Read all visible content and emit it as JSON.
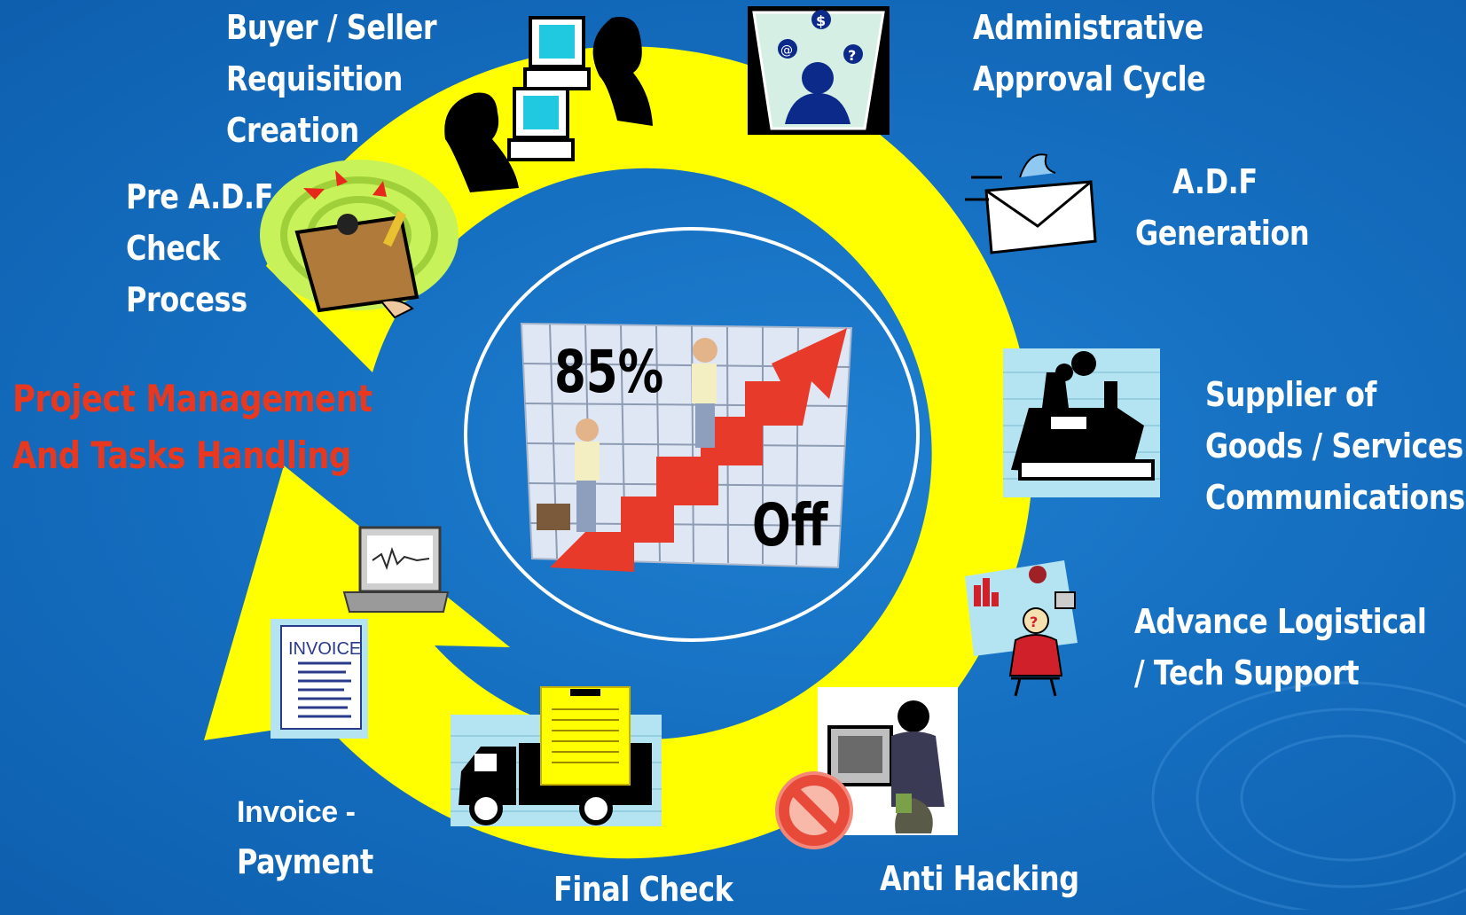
{
  "diagram": {
    "title_red": [
      "Project Management",
      "And Tasks Handling"
    ],
    "center": {
      "percent": "85%",
      "off": "Off"
    },
    "steps": [
      {
        "id": "buyer",
        "lines": [
          "Buyer / Seller",
          "Requisition",
          "Creation"
        ],
        "icon": "computer-users-icon"
      },
      {
        "id": "admin",
        "lines": [
          "Administrative",
          "Approval Cycle"
        ],
        "icon": "approver-icon"
      },
      {
        "id": "adf_gen",
        "lines": [
          "A.D.F",
          "Generation"
        ],
        "icon": "envelope-icon"
      },
      {
        "id": "supplier",
        "lines": [
          "Supplier of",
          "Goods / Services",
          "Communications"
        ],
        "icon": "factory-icon"
      },
      {
        "id": "logistics",
        "lines": [
          "Advance Logistical",
          "/  Tech Support"
        ],
        "icon": "tech-support-icon"
      },
      {
        "id": "hacking",
        "lines": [
          "Anti Hacking"
        ],
        "icon": "hacker-icon"
      },
      {
        "id": "final",
        "lines": [
          "Final Check"
        ],
        "icon": "delivery-truck-icon"
      },
      {
        "id": "invoice",
        "lines": [
          "Invoice -",
          "Payment"
        ],
        "icon": "invoice-icon",
        "doc_label": "INVOICE"
      },
      {
        "id": "pre_adf",
        "lines": [
          "Pre A.D.F",
          "Check",
          "Process"
        ],
        "icon": "clipboard-icon"
      }
    ]
  },
  "colors": {
    "background": "#1670c2",
    "arrow": "#ffff00",
    "label": "#ffffff",
    "title": "#e8381f",
    "growth_arrow": "#e83a2a"
  }
}
